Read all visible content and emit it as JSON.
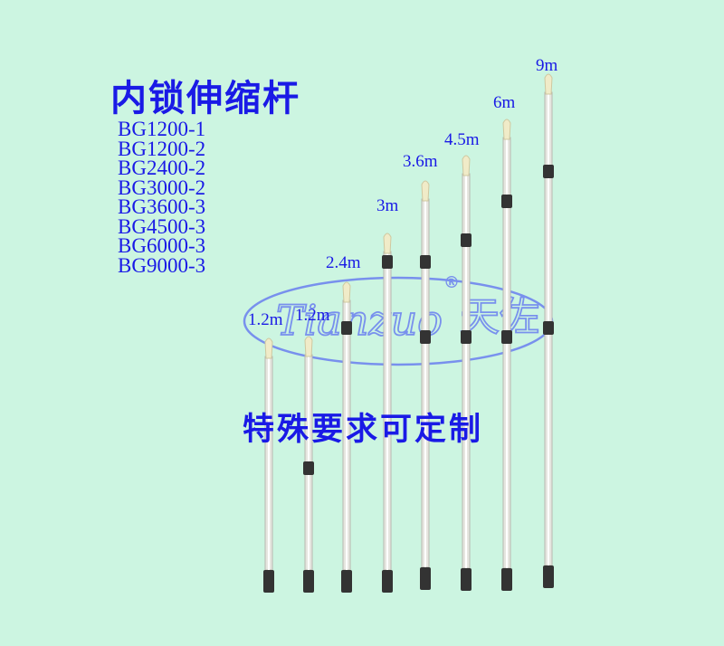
{
  "title": "内锁伸缩杆",
  "models": [
    "BG1200-1",
    "BG1200-2",
    "BG2400-2",
    "BG3000-2",
    "BG3600-3",
    "BG4500-3",
    "BG6000-3",
    "BG9000-3"
  ],
  "pole_labels": [
    "1.2m",
    "1.2m",
    "2.4m",
    "3m",
    "3.6m",
    "4.5m",
    "6m",
    "9m"
  ],
  "note": "特殊要求可定制",
  "logo": {
    "text": "Tianzuo",
    "chinese": "天佐",
    "registered": "®"
  },
  "colors": {
    "background": "#ccf5e1",
    "text": "#1a1ae6",
    "logo": "#6a7ff0",
    "pole": "#e6e6e0",
    "collar": "#333333",
    "tip": "#f0ebc8"
  }
}
